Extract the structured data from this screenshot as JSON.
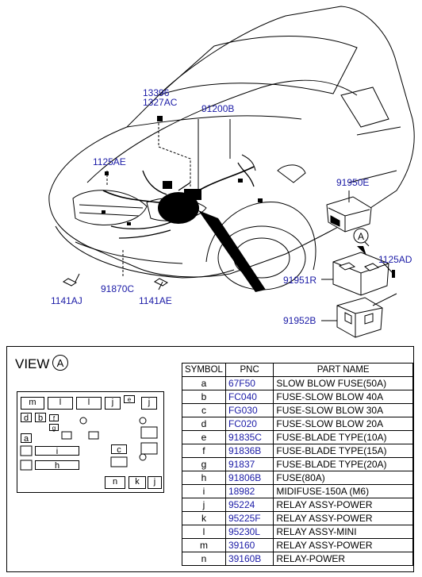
{
  "callouts": [
    {
      "id": "c13396",
      "text": "13396"
    },
    {
      "id": "c1327ac",
      "text": "1327AC"
    },
    {
      "id": "c91200b",
      "text": "91200B"
    },
    {
      "id": "c1125ae",
      "text": "1125AE"
    },
    {
      "id": "c91950e",
      "text": "91950E"
    },
    {
      "id": "c1125ad",
      "text": "1125AD"
    },
    {
      "id": "c91951r",
      "text": "91951R"
    },
    {
      "id": "c91952b",
      "text": "91952B"
    },
    {
      "id": "c91870c",
      "text": "91870C"
    },
    {
      "id": "c1141aj",
      "text": "1141AJ"
    },
    {
      "id": "c1141ae",
      "text": "1141AE"
    }
  ],
  "view_marker": "A",
  "legend": {
    "view_title": "VIEW",
    "view_letter": "A",
    "table_headers": [
      "SYMBOL",
      "PNC",
      "PART NAME"
    ],
    "rows": [
      {
        "symbol": "a",
        "pnc": "67F50",
        "name": "SLOW BLOW FUSE(50A)"
      },
      {
        "symbol": "b",
        "pnc": "FC040",
        "name": "FUSE-SLOW BLOW 40A"
      },
      {
        "symbol": "c",
        "pnc": "FG030",
        "name": "FUSE-SLOW BLOW 30A"
      },
      {
        "symbol": "d",
        "pnc": "FC020",
        "name": "FUSE-SLOW BLOW 20A"
      },
      {
        "symbol": "e",
        "pnc": "91835C",
        "name": "FUSE-BLADE TYPE(10A)"
      },
      {
        "symbol": "f",
        "pnc": "91836B",
        "name": "FUSE-BLADE TYPE(15A)"
      },
      {
        "symbol": "g",
        "pnc": "91837",
        "name": "FUSE-BLADE TYPE(20A)"
      },
      {
        "symbol": "h",
        "pnc": "91806B",
        "name": "FUSE(80A)"
      },
      {
        "symbol": "i",
        "pnc": "18982",
        "name": "MIDIFUSE-150A (M6)"
      },
      {
        "symbol": "j",
        "pnc": "95224",
        "name": "RELAY ASSY-POWER"
      },
      {
        "symbol": "k",
        "pnc": "95225F",
        "name": "RELAY ASSY-POWER"
      },
      {
        "symbol": "l",
        "pnc": "95230L",
        "name": "RELAY ASSY-MINI"
      },
      {
        "symbol": "m",
        "pnc": "39160",
        "name": "RELAY ASSY-POWER"
      },
      {
        "symbol": "n",
        "pnc": "39160B",
        "name": "RELAY-POWER"
      }
    ],
    "fuse_box_cells": {
      "m": "m",
      "l1": "l",
      "l2": "l",
      "j1": "j",
      "e": "e",
      "j2": "j",
      "d": "d",
      "b": "b",
      "f": "f",
      "g": "g",
      "a": "a",
      "i": "i",
      "h": "h",
      "c": "c",
      "n": "n",
      "k": "k",
      "j3": "j"
    }
  }
}
